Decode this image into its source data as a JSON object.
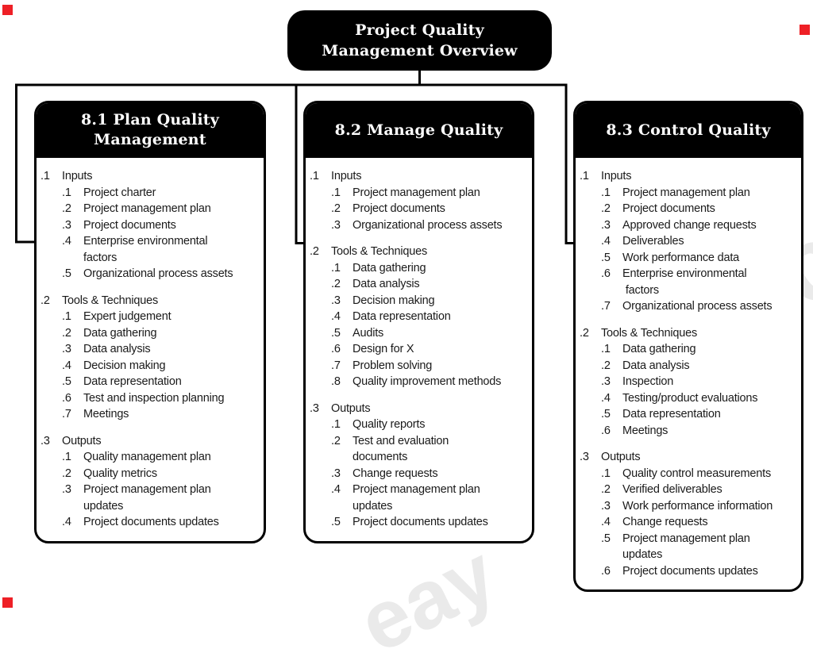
{
  "overview": {
    "title": "Project Quality\nManagement Overview"
  },
  "boxes": [
    {
      "id": "8.1",
      "title": "8.1 Plan Quality\nManagement",
      "sections": [
        {
          "num": ".1",
          "label": "Inputs",
          "items": [
            {
              "num": ".1",
              "text": "Project charter"
            },
            {
              "num": ".2",
              "text": "Project management plan"
            },
            {
              "num": ".3",
              "text": "Project documents"
            },
            {
              "num": ".4",
              "text": "Enterprise environmental\nfactors"
            },
            {
              "num": ".5",
              "text": "Organizational process assets"
            }
          ]
        },
        {
          "num": ".2",
          "label": "Tools & Techniques",
          "items": [
            {
              "num": ".1",
              "text": "Expert judgement"
            },
            {
              "num": ".2",
              "text": "Data gathering"
            },
            {
              "num": ".3",
              "text": "Data analysis"
            },
            {
              "num": ".4",
              "text": "Decision making"
            },
            {
              "num": ".5",
              "text": "Data representation"
            },
            {
              "num": ".6",
              "text": "Test and inspection planning"
            },
            {
              "num": ".7",
              "text": "Meetings"
            }
          ]
        },
        {
          "num": ".3",
          "label": "Outputs",
          "items": [
            {
              "num": ".1",
              "text": "Quality management plan"
            },
            {
              "num": ".2",
              "text": "Quality metrics"
            },
            {
              "num": ".3",
              "text": "Project management plan\nupdates"
            },
            {
              "num": ".4",
              "text": "Project documents updates"
            }
          ]
        }
      ]
    },
    {
      "id": "8.2",
      "title": "8.2 Manage Quality",
      "sections": [
        {
          "num": ".1",
          "label": "Inputs",
          "items": [
            {
              "num": ".1",
              "text": "Project management plan"
            },
            {
              "num": ".2",
              "text": "Project documents"
            },
            {
              "num": ".3",
              "text": "Organizational process assets"
            }
          ]
        },
        {
          "num": ".2",
          "label": "Tools & Techniques",
          "items": [
            {
              "num": ".1",
              "text": "Data gathering"
            },
            {
              "num": ".2",
              "text": "Data analysis"
            },
            {
              "num": ".3",
              "text": "Decision making"
            },
            {
              "num": ".4",
              "text": "Data representation"
            },
            {
              "num": ".5",
              "text": "Audits"
            },
            {
              "num": ".6",
              "text": "Design for X"
            },
            {
              "num": ".7",
              "text": "Problem solving"
            },
            {
              "num": ".8",
              "text": "Quality improvement methods"
            }
          ]
        },
        {
          "num": ".3",
          "label": "Outputs",
          "items": [
            {
              "num": ".1",
              "text": "Quality reports"
            },
            {
              "num": ".2",
              "text": "Test and evaluation\ndocuments"
            },
            {
              "num": ".3",
              "text": "Change requests"
            },
            {
              "num": ".4",
              "text": "Project management plan\nupdates"
            },
            {
              "num": ".5",
              "text": "Project documents updates"
            }
          ]
        }
      ]
    },
    {
      "id": "8.3",
      "title": "8.3 Control Quality",
      "sections": [
        {
          "num": ".1",
          "label": "Inputs",
          "items": [
            {
              "num": ".1",
              "text": "Project management plan"
            },
            {
              "num": ".2",
              "text": "Project documents"
            },
            {
              "num": ".3",
              "text": "Approved change requests"
            },
            {
              "num": ".4",
              "text": "Deliverables"
            },
            {
              "num": ".5",
              "text": "Work performance data"
            },
            {
              "num": ".6",
              "text": "Enterprise environmental\n factors"
            },
            {
              "num": ".7",
              "text": "Organizational process assets"
            }
          ]
        },
        {
          "num": ".2",
          "label": "Tools & Techniques",
          "items": [
            {
              "num": ".1",
              "text": "Data gathering"
            },
            {
              "num": ".2",
              "text": "Data analysis"
            },
            {
              "num": ".3",
              "text": "Inspection"
            },
            {
              "num": ".4",
              "text": "Testing/product evaluations"
            },
            {
              "num": ".5",
              "text": "Data representation"
            },
            {
              "num": ".6",
              "text": "Meetings"
            }
          ]
        },
        {
          "num": ".3",
          "label": "Outputs",
          "items": [
            {
              "num": ".1",
              "text": "Quality control measurements"
            },
            {
              "num": ".2",
              "text": "Verified deliverables"
            },
            {
              "num": ".3",
              "text": "Work performance information"
            },
            {
              "num": ".4",
              "text": "Change requests"
            },
            {
              "num": ".5",
              "text": "Project management plan\nupdates"
            },
            {
              "num": ".6",
              "text": "Project documents updates"
            }
          ]
        }
      ]
    }
  ],
  "watermark": {
    "bottom_fragment": "eay",
    "right_fragment": "c",
    "color": "#eaeaea"
  },
  "colors": {
    "box_black": "#000000",
    "text": "#1a1a1a",
    "corner_marker_red": "#ee2026",
    "background": "#ffffff"
  }
}
